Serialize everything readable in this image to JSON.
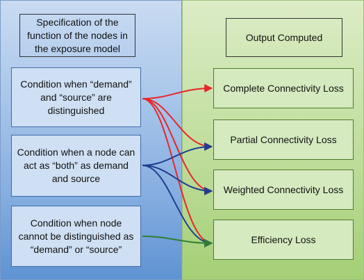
{
  "header_left": "Specification of the function of the nodes in the exposure model",
  "header_right": "Output Computed",
  "conditions": [
    {
      "label": "Condition when “demand” and “source” are distinguished",
      "color": "#e8262b"
    },
    {
      "label": "Condition when a node can act as “both” as demand and source",
      "color": "#1f3e8f"
    },
    {
      "label": "Condition when node cannot be distinguished as “demand” or “source”",
      "color": "#2e7d32"
    }
  ],
  "outputs": [
    {
      "label": "Complete Connectivity Loss"
    },
    {
      "label": "Partial Connectivity Loss"
    },
    {
      "label": "Weighted Connectivity Loss"
    },
    {
      "label": "Efficiency Loss"
    }
  ],
  "links": [
    {
      "from": 0,
      "to": [
        0,
        1,
        2,
        3
      ]
    },
    {
      "from": 1,
      "to": [
        1,
        2,
        3
      ]
    },
    {
      "from": 2,
      "to": [
        3
      ]
    }
  ]
}
